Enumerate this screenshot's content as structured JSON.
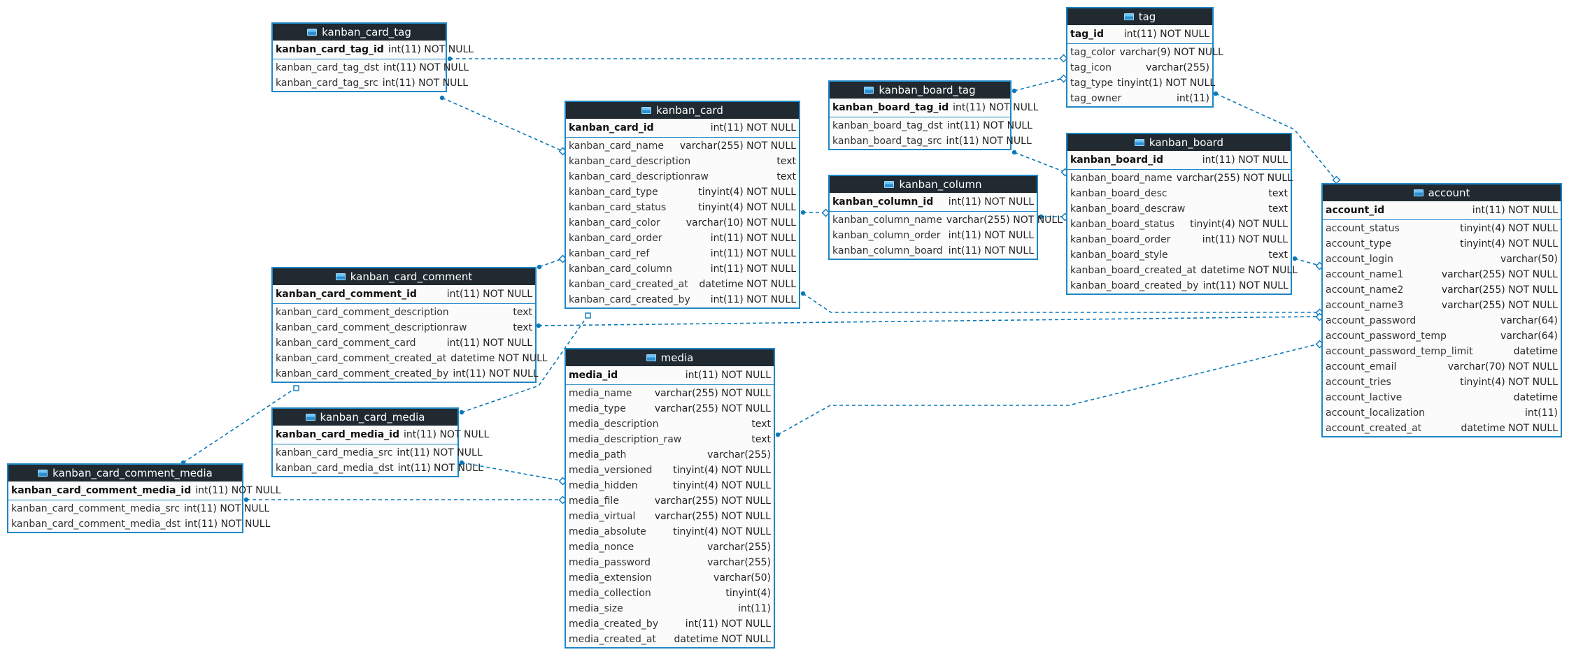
{
  "tables": {
    "kanban_card_tag": {
      "title": "kanban_card_tag",
      "pk": {
        "name": "kanban_card_tag_id",
        "type": "int(11) NOT NULL"
      },
      "fields": [
        {
          "name": "kanban_card_tag_dst",
          "type": "int(11) NOT NULL"
        },
        {
          "name": "kanban_card_tag_src",
          "type": "int(11) NOT NULL"
        }
      ]
    },
    "tag": {
      "title": "tag",
      "pk": {
        "name": "tag_id",
        "type": "int(11) NOT NULL"
      },
      "fields": [
        {
          "name": "tag_color",
          "type": "varchar(9) NOT NULL"
        },
        {
          "name": "tag_icon",
          "type": "varchar(255)"
        },
        {
          "name": "tag_type",
          "type": "tinyint(1) NOT NULL"
        },
        {
          "name": "tag_owner",
          "type": "int(11)"
        }
      ]
    },
    "kanban_board_tag": {
      "title": "kanban_board_tag",
      "pk": {
        "name": "kanban_board_tag_id",
        "type": "int(11) NOT NULL"
      },
      "fields": [
        {
          "name": "kanban_board_tag_dst",
          "type": "int(11) NOT NULL"
        },
        {
          "name": "kanban_board_tag_src",
          "type": "int(11) NOT NULL"
        }
      ]
    },
    "kanban_card": {
      "title": "kanban_card",
      "pk": {
        "name": "kanban_card_id",
        "type": "int(11) NOT NULL"
      },
      "fields": [
        {
          "name": "kanban_card_name",
          "type": "varchar(255) NOT NULL"
        },
        {
          "name": "kanban_card_description",
          "type": "text"
        },
        {
          "name": "kanban_card_descriptionraw",
          "type": "text"
        },
        {
          "name": "kanban_card_type",
          "type": "tinyint(4) NOT NULL"
        },
        {
          "name": "kanban_card_status",
          "type": "tinyint(4) NOT NULL"
        },
        {
          "name": "kanban_card_color",
          "type": "varchar(10) NOT NULL"
        },
        {
          "name": "kanban_card_order",
          "type": "int(11) NOT NULL"
        },
        {
          "name": "kanban_card_ref",
          "type": "int(11) NOT NULL"
        },
        {
          "name": "kanban_card_column",
          "type": "int(11) NOT NULL"
        },
        {
          "name": "kanban_card_created_at",
          "type": "datetime NOT NULL"
        },
        {
          "name": "kanban_card_created_by",
          "type": "int(11) NOT NULL"
        }
      ]
    },
    "kanban_column": {
      "title": "kanban_column",
      "pk": {
        "name": "kanban_column_id",
        "type": "int(11) NOT NULL"
      },
      "fields": [
        {
          "name": "kanban_column_name",
          "type": "varchar(255) NOT NULL"
        },
        {
          "name": "kanban_column_order",
          "type": "int(11) NOT NULL"
        },
        {
          "name": "kanban_column_board",
          "type": "int(11) NOT NULL"
        }
      ]
    },
    "kanban_board": {
      "title": "kanban_board",
      "pk": {
        "name": "kanban_board_id",
        "type": "int(11) NOT NULL"
      },
      "fields": [
        {
          "name": "kanban_board_name",
          "type": "varchar(255) NOT NULL"
        },
        {
          "name": "kanban_board_desc",
          "type": "text"
        },
        {
          "name": "kanban_board_descraw",
          "type": "text"
        },
        {
          "name": "kanban_board_status",
          "type": "tinyint(4) NOT NULL"
        },
        {
          "name": "kanban_board_order",
          "type": "int(11) NOT NULL"
        },
        {
          "name": "kanban_board_style",
          "type": "text"
        },
        {
          "name": "kanban_board_created_at",
          "type": "datetime NOT NULL"
        },
        {
          "name": "kanban_board_created_by",
          "type": "int(11) NOT NULL"
        }
      ]
    },
    "account": {
      "title": "account",
      "pk": {
        "name": "account_id",
        "type": "int(11) NOT NULL"
      },
      "fields": [
        {
          "name": "account_status",
          "type": "tinyint(4) NOT NULL"
        },
        {
          "name": "account_type",
          "type": "tinyint(4) NOT NULL"
        },
        {
          "name": "account_login",
          "type": "varchar(50)"
        },
        {
          "name": "account_name1",
          "type": "varchar(255) NOT NULL"
        },
        {
          "name": "account_name2",
          "type": "varchar(255) NOT NULL"
        },
        {
          "name": "account_name3",
          "type": "varchar(255) NOT NULL"
        },
        {
          "name": "account_password",
          "type": "varchar(64)"
        },
        {
          "name": "account_password_temp",
          "type": "varchar(64)"
        },
        {
          "name": "account_password_temp_limit",
          "type": "datetime"
        },
        {
          "name": "account_email",
          "type": "varchar(70) NOT NULL"
        },
        {
          "name": "account_tries",
          "type": "tinyint(4) NOT NULL"
        },
        {
          "name": "account_lactive",
          "type": "datetime"
        },
        {
          "name": "account_localization",
          "type": "int(11)"
        },
        {
          "name": "account_created_at",
          "type": "datetime NOT NULL"
        }
      ]
    },
    "kanban_card_comment": {
      "title": "kanban_card_comment",
      "pk": {
        "name": "kanban_card_comment_id",
        "type": "int(11) NOT NULL"
      },
      "fields": [
        {
          "name": "kanban_card_comment_description",
          "type": "text"
        },
        {
          "name": "kanban_card_comment_descriptionraw",
          "type": "text"
        },
        {
          "name": "kanban_card_comment_card",
          "type": "int(11) NOT NULL"
        },
        {
          "name": "kanban_card_comment_created_at",
          "type": "datetime NOT NULL"
        },
        {
          "name": "kanban_card_comment_created_by",
          "type": "int(11) NOT NULL"
        }
      ]
    },
    "media": {
      "title": "media",
      "pk": {
        "name": "media_id",
        "type": "int(11) NOT NULL"
      },
      "fields": [
        {
          "name": "media_name",
          "type": "varchar(255) NOT NULL"
        },
        {
          "name": "media_type",
          "type": "varchar(255) NOT NULL"
        },
        {
          "name": "media_description",
          "type": "text"
        },
        {
          "name": "media_description_raw",
          "type": "text"
        },
        {
          "name": "media_path",
          "type": "varchar(255)"
        },
        {
          "name": "media_versioned",
          "type": "tinyint(4) NOT NULL"
        },
        {
          "name": "media_hidden",
          "type": "tinyint(4) NOT NULL"
        },
        {
          "name": "media_file",
          "type": "varchar(255) NOT NULL"
        },
        {
          "name": "media_virtual",
          "type": "varchar(255) NOT NULL"
        },
        {
          "name": "media_absolute",
          "type": "tinyint(4) NOT NULL"
        },
        {
          "name": "media_nonce",
          "type": "varchar(255)"
        },
        {
          "name": "media_password",
          "type": "varchar(255)"
        },
        {
          "name": "media_extension",
          "type": "varchar(50)"
        },
        {
          "name": "media_collection",
          "type": "tinyint(4)"
        },
        {
          "name": "media_size",
          "type": "int(11)"
        },
        {
          "name": "media_created_by",
          "type": "int(11) NOT NULL"
        },
        {
          "name": "media_created_at",
          "type": "datetime NOT NULL"
        }
      ]
    },
    "kanban_card_media": {
      "title": "kanban_card_media",
      "pk": {
        "name": "kanban_card_media_id",
        "type": "int(11) NOT NULL"
      },
      "fields": [
        {
          "name": "kanban_card_media_src",
          "type": "int(11) NOT NULL"
        },
        {
          "name": "kanban_card_media_dst",
          "type": "int(11) NOT NULL"
        }
      ]
    },
    "kanban_card_comment_media": {
      "title": "kanban_card_comment_media",
      "pk": {
        "name": "kanban_card_comment_media_id",
        "type": "int(11) NOT NULL"
      },
      "fields": [
        {
          "name": "kanban_card_comment_media_src",
          "type": "int(11) NOT NULL"
        },
        {
          "name": "kanban_card_comment_media_dst",
          "type": "int(11) NOT NULL"
        }
      ]
    }
  },
  "colors": {
    "header_bg": "#202a30",
    "border": "#1f87c6",
    "link": "#0a78b8",
    "body_bg": "#fbfbfb"
  }
}
